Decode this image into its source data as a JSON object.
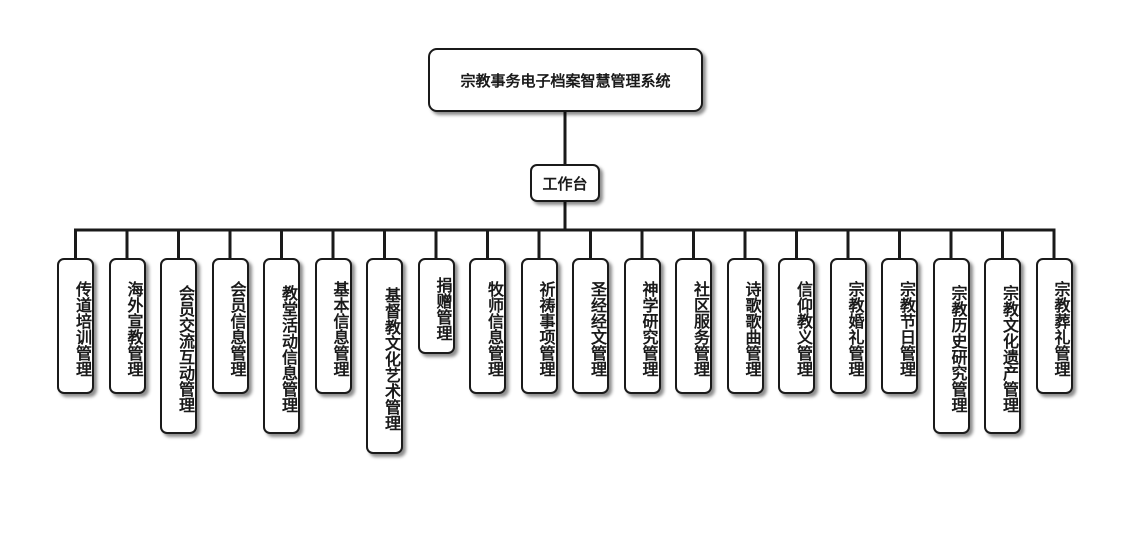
{
  "colors": {
    "line": "#1a1a1a",
    "box_border": "#1a1a1a",
    "box_fill": "#ffffff",
    "text": "#1a1a1a"
  },
  "diagram": {
    "root": "宗教事务电子档案智慧管理系统",
    "hub": "工作台",
    "leaves": [
      "传道培训管理",
      "海外宣教管理",
      "会员交流互动管理",
      "会员信息管理",
      "教堂活动信息管理",
      "基本信息管理",
      "基督教文化艺术管理",
      "捐赠管理",
      "牧师信息管理",
      "祈祷事项管理",
      "圣经经文管理",
      "神学研究管理",
      "社区服务管理",
      "诗歌歌曲管理",
      "信仰教义管理",
      "宗教婚礼管理",
      "宗教节日管理",
      "宗教历史研究管理",
      "宗教文化遗产管理",
      "宗教葬礼管理"
    ]
  }
}
